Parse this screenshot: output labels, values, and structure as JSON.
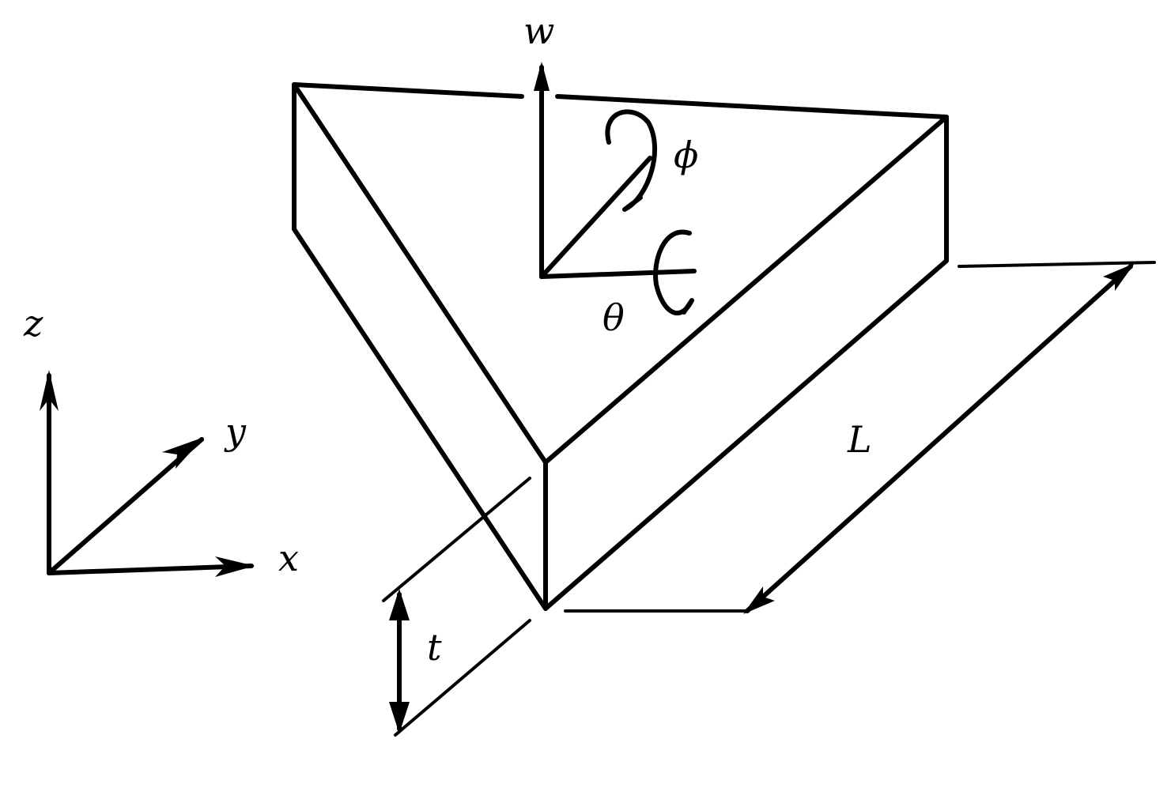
{
  "labels": {
    "w": "w",
    "phi": "ϕ",
    "theta": "θ",
    "z": "z",
    "y": "y",
    "x": "x",
    "L": "L",
    "t": "t"
  }
}
